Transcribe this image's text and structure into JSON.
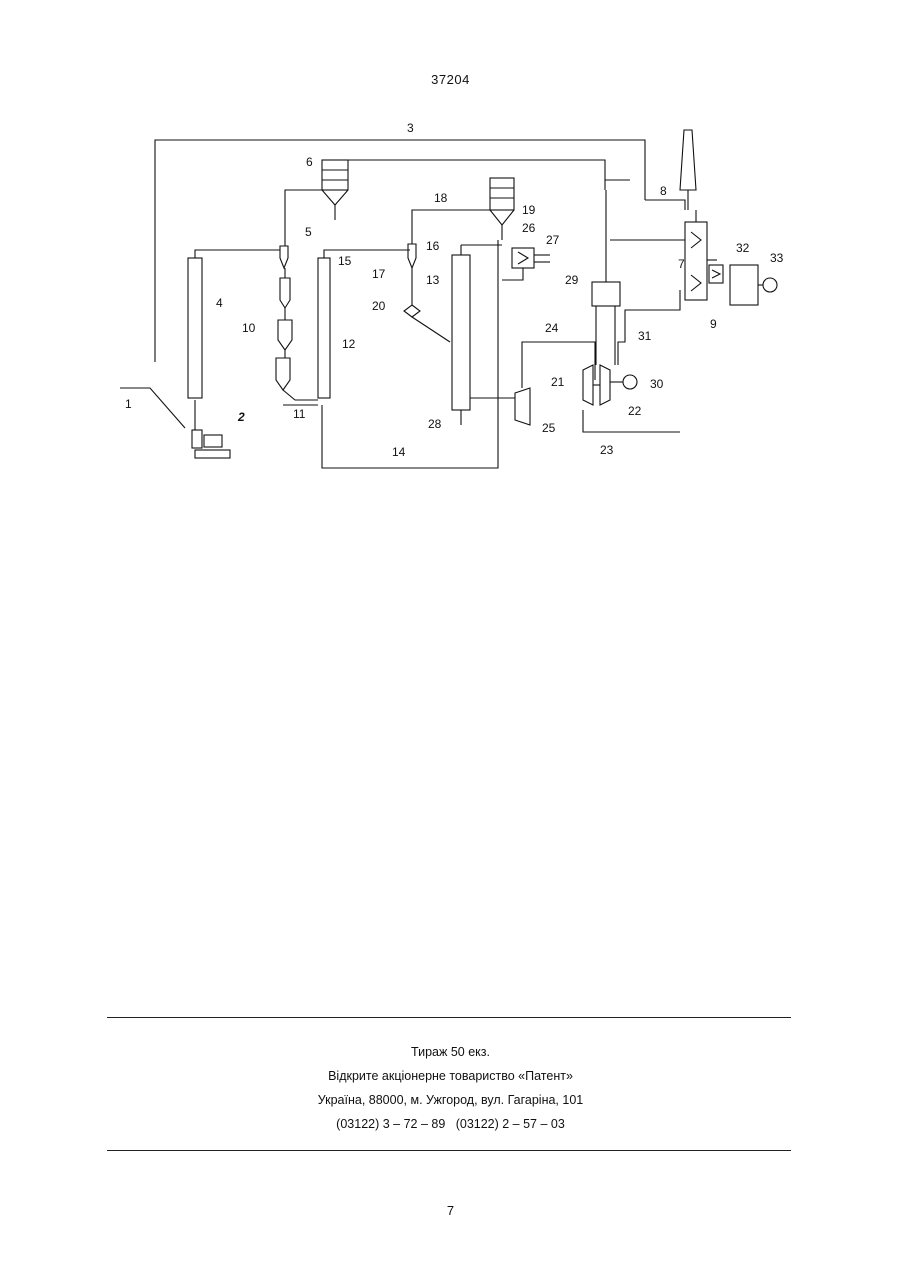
{
  "header": {
    "document_number": "37204"
  },
  "figure": {
    "labels": [
      "1",
      "2",
      "3",
      "4",
      "5",
      "6",
      "7",
      "8",
      "9",
      "10",
      "11",
      "12",
      "13",
      "14",
      "15",
      "16",
      "17",
      "18",
      "19",
      "20",
      "21",
      "22",
      "23",
      "24",
      "25",
      "26",
      "27",
      "28",
      "29",
      "30",
      "31",
      "32",
      "33"
    ]
  },
  "imprint": {
    "line1": "Тираж 50 екз.",
    "line2": "Відкрите акціонерне товариство «Патент»",
    "line3": "Україна, 88000, м. Ужгород, вул. Гагаріна, 101",
    "line4": "(03122) 3 – 72 – 89   (03122) 2 – 57 – 03"
  },
  "footer": {
    "page_number": "7"
  }
}
